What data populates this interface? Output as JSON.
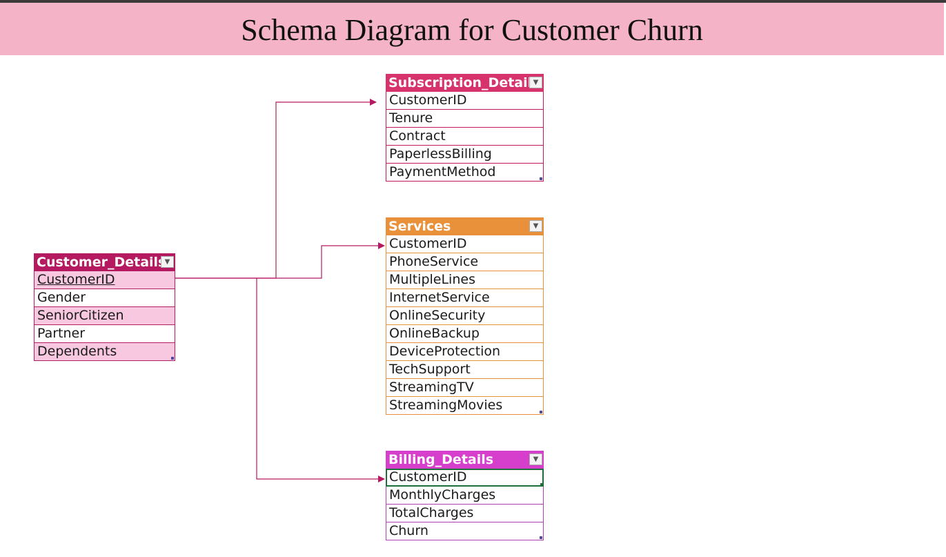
{
  "title": "Schema Diagram for Customer Churn",
  "tables": {
    "customer": {
      "name": "Customer_Details",
      "fields": [
        "CustomerID",
        "Gender",
        "SeniorCitizen",
        "Partner",
        "Dependents"
      ]
    },
    "subscription": {
      "name": "Subscription_Details",
      "fields": [
        "CustomerID",
        "Tenure",
        "Contract",
        "PaperlessBilling",
        "PaymentMethod"
      ]
    },
    "services": {
      "name": "Services",
      "fields": [
        "CustomerID",
        "PhoneService",
        "MultipleLines",
        "InternetService",
        "OnlineSecurity",
        "OnlineBackup",
        "DeviceProtection",
        "TechSupport",
        "StreamingTV",
        "StreamingMovies"
      ]
    },
    "billing": {
      "name": "Billing_Details",
      "fields": [
        "CustomerID",
        "MonthlyCharges",
        "TotalCharges",
        "Churn"
      ]
    }
  },
  "dropdown_icon": "chevron-down-icon",
  "colors": {
    "banner": "#f4b3c6",
    "customer": "#b5195f",
    "subscription": "#d6336c",
    "services": "#e8903a",
    "billing": "#d63fcc",
    "connector": "#b5195f"
  }
}
